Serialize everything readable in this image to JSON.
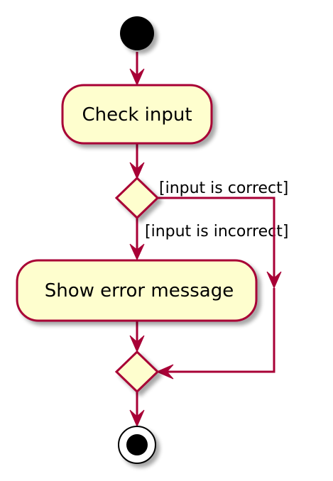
{
  "diagram": {
    "type": "uml-activity",
    "nodes": [
      {
        "id": "start",
        "kind": "initial"
      },
      {
        "id": "check",
        "kind": "action",
        "label": "Check input"
      },
      {
        "id": "decision",
        "kind": "decision"
      },
      {
        "id": "error",
        "kind": "action",
        "label": "Show error message"
      },
      {
        "id": "merge",
        "kind": "merge"
      },
      {
        "id": "end",
        "kind": "final"
      }
    ],
    "edges": [
      {
        "from": "start",
        "to": "check"
      },
      {
        "from": "check",
        "to": "decision"
      },
      {
        "from": "decision",
        "to": "error",
        "guard": "[input is incorrect]"
      },
      {
        "from": "decision",
        "to": "merge",
        "guard": "[input is correct]"
      },
      {
        "from": "error",
        "to": "merge"
      },
      {
        "from": "merge",
        "to": "end"
      }
    ],
    "colors": {
      "node_fill": "#fefece",
      "border": "#a80036",
      "arrow": "#a80036",
      "start_fill": "#000000",
      "shadow": "#cccccc"
    }
  }
}
